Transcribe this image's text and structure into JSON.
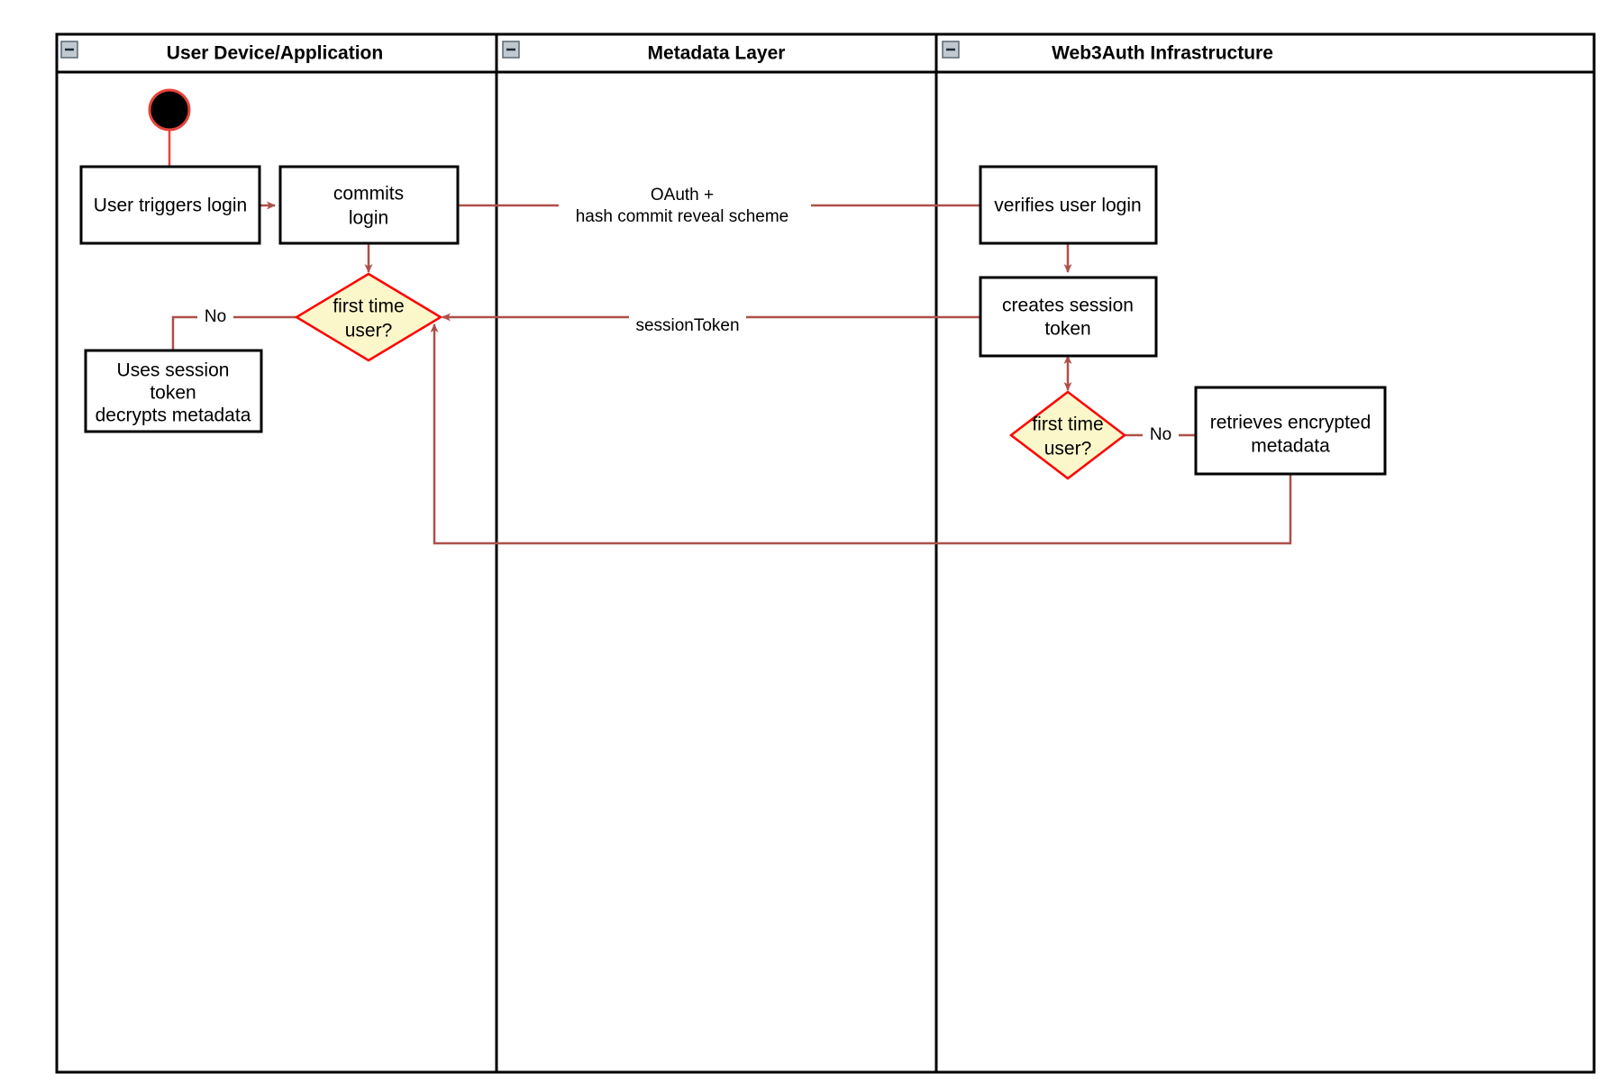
{
  "diagram": {
    "type": "swimlane-activity-diagram",
    "background": "#ffffff",
    "border_color": "#000000",
    "edge_color": "#ae4f4a",
    "decision_fill": "#fcf7ca",
    "decision_stroke": "#ff0000",
    "node_fill": "#ffffff",
    "node_stroke": "#000000",
    "start_node_fill": "#000000",
    "start_node_stroke": "#ff0000",
    "collapse_icon_fill": "#c0c8d0"
  },
  "lanes": [
    {
      "id": "lane-user-device",
      "title": "User Device/Application",
      "collapse_icon": "collapse-minus-icon"
    },
    {
      "id": "lane-metadata",
      "title": "Metadata Layer",
      "collapse_icon": "collapse-minus-icon"
    },
    {
      "id": "lane-web3auth",
      "title": "Web3Auth Infrastructure",
      "collapse_icon": "collapse-minus-icon"
    }
  ],
  "nodes": {
    "start": {
      "name": "start-node",
      "shape": "filled-circle",
      "label": ""
    },
    "user_triggers_login": {
      "name": "node-user-triggers-login",
      "shape": "rectangle",
      "label": "User triggers login"
    },
    "commits_login": {
      "name": "node-commits-login",
      "shape": "rectangle",
      "line1": "commits",
      "line2": "login"
    },
    "first_time_user_left": {
      "name": "decision-first-time-user-left",
      "shape": "diamond",
      "line1": "first time",
      "line2": "user?"
    },
    "uses_session_token": {
      "name": "node-uses-session-token",
      "shape": "rectangle",
      "line1": "Uses session",
      "line2": "token",
      "line3": "decrypts metadata"
    },
    "verifies_user_login": {
      "name": "node-verifies-user-login",
      "shape": "rectangle",
      "label": "verifies user login"
    },
    "creates_session_token": {
      "name": "node-creates-session-token",
      "shape": "rectangle",
      "line1": "creates session",
      "line2": "token"
    },
    "first_time_user_right": {
      "name": "decision-first-time-user-right",
      "shape": "diamond",
      "line1": "first time",
      "line2": "user?"
    },
    "retrieves_encrypted_metadata": {
      "name": "node-retrieves-encrypted-metadata",
      "shape": "rectangle",
      "line1": "retrieves encrypted",
      "line2": "metadata"
    }
  },
  "edge_labels": {
    "oauth_line1": "OAuth +",
    "oauth_line2": "hash commit reveal scheme",
    "session_token": "sessionToken",
    "no_left": "No",
    "no_right": "No"
  }
}
